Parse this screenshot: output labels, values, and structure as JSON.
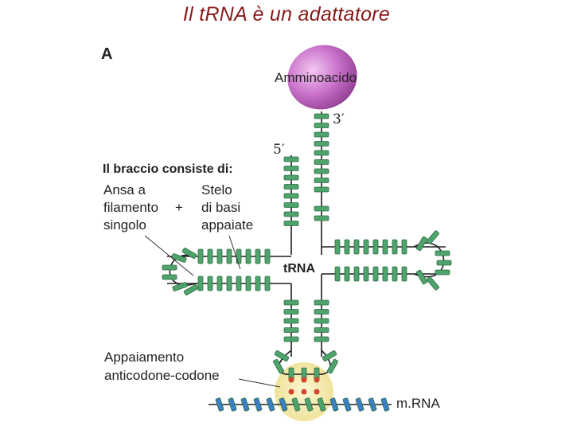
{
  "slide": {
    "title": "Il tRNA è un adattatore"
  },
  "figure": {
    "panel_label": "A",
    "amino_acid_label": "Amminoacido",
    "three_prime": "3′",
    "five_prime": "5′",
    "arm_heading": "Il braccio consiste di:",
    "loop_label": [
      "Ansa a",
      "filamento",
      "singolo"
    ],
    "plus_sign": "+",
    "stem_label": [
      "Stelo",
      "di basi",
      "appaiate"
    ],
    "trna_label": "tRNA",
    "pairing_label": [
      "Appaiamento",
      "anticodone-codone"
    ],
    "mrna_label": "m.RNA"
  },
  "colors": {
    "title": "#8b1a1a",
    "base_green": "#4fa36c",
    "base_green_dark": "#2f6e45",
    "mrna_blue": "#3b7fc4",
    "amino_acid": "#c86fc8",
    "pairing_circle": "#f6efb8",
    "pairing_dots": "#d2452f"
  }
}
